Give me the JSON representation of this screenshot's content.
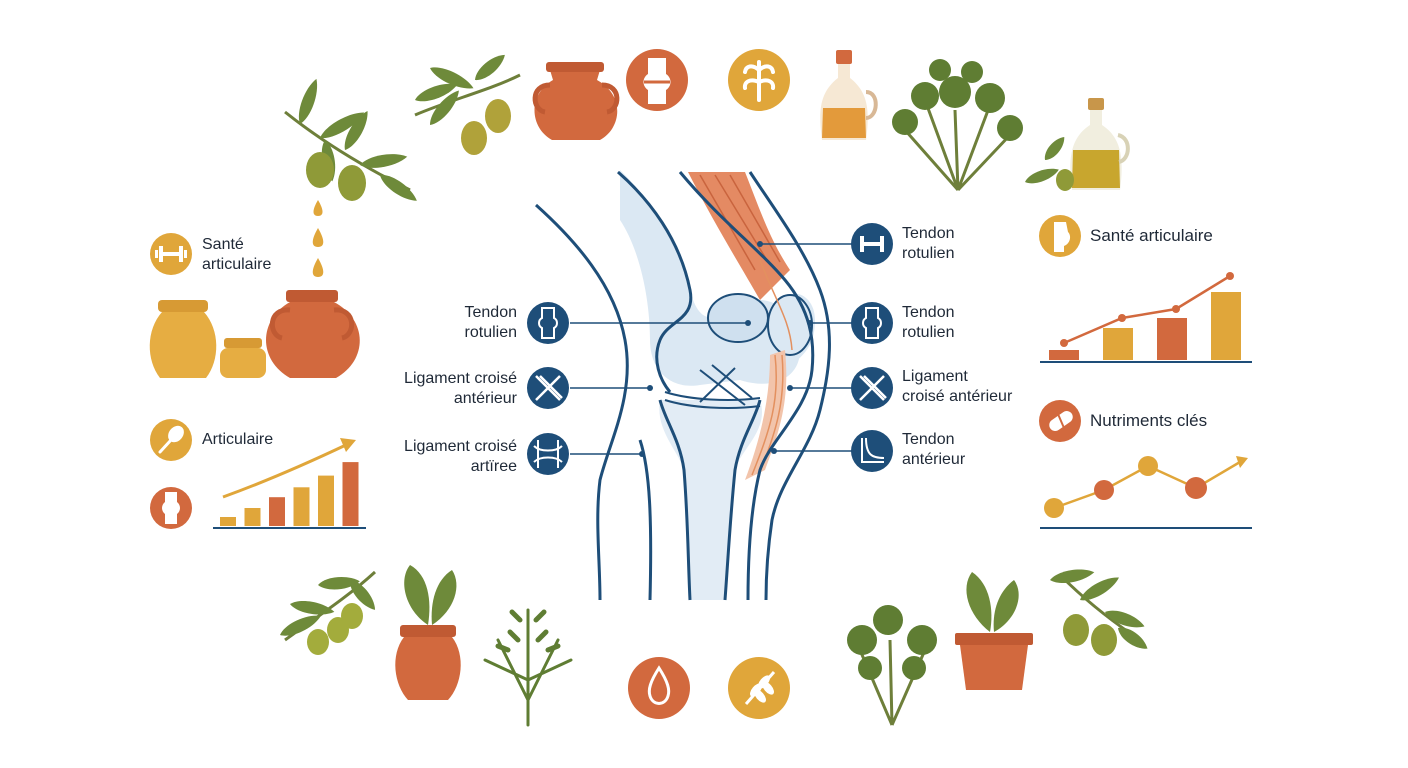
{
  "colors": {
    "navy": "#1e4e79",
    "terracotta": "#d2693e",
    "mustard": "#e0a63a",
    "olive_leaf": "#6e8a3a",
    "olive_fruit": "#a3ac3c",
    "muscle": "#e9b39a",
    "bone_fill": "#dbe8f3"
  },
  "left_panel": {
    "sante": {
      "line1": "Santé",
      "line2": "articulaire",
      "icon": "dumbbell-icon"
    },
    "articulaire": {
      "label": "Articulaire",
      "icon": "dropper-icon"
    },
    "bone_icon": "knee-bone-icon",
    "bar_values": [
      1,
      2,
      3.2,
      4.3,
      5.6,
      7.1
    ]
  },
  "diagram_labels": {
    "left": [
      {
        "line1": "Tendon",
        "line2": "rotulien",
        "icon": "knee-joint-icon"
      },
      {
        "line1": "Ligament croisé",
        "line2": "antérieur",
        "icon": "crossed-ligament-icon"
      },
      {
        "line1": "Ligament croisé",
        "line2": "artïree",
        "icon": "joint-gap-icon"
      }
    ],
    "right": [
      {
        "line1": "Tendon",
        "line2": "rotulien",
        "icon": "dumbbell-icon"
      },
      {
        "line1": "Tendon",
        "line2": "rotulien",
        "icon": "knee-joint-icon"
      },
      {
        "line1": "Ligament",
        "line2": "croisé antérieur",
        "icon": "crossed-ligament-icon"
      },
      {
        "line1": "Tendon",
        "line2": "antérieur",
        "icon": "tendon-curve-icon"
      }
    ]
  },
  "right_panel": {
    "sante": {
      "label": "Santé articulaire",
      "icon": "knee-icon"
    },
    "nutriments": {
      "label": "Nutriments clés",
      "icon": "capsule-icon"
    },
    "bar_values": [
      1,
      3.2,
      4.2,
      6.8
    ],
    "trend_values": [
      1.7,
      4.2,
      5.1,
      8.4
    ]
  }
}
